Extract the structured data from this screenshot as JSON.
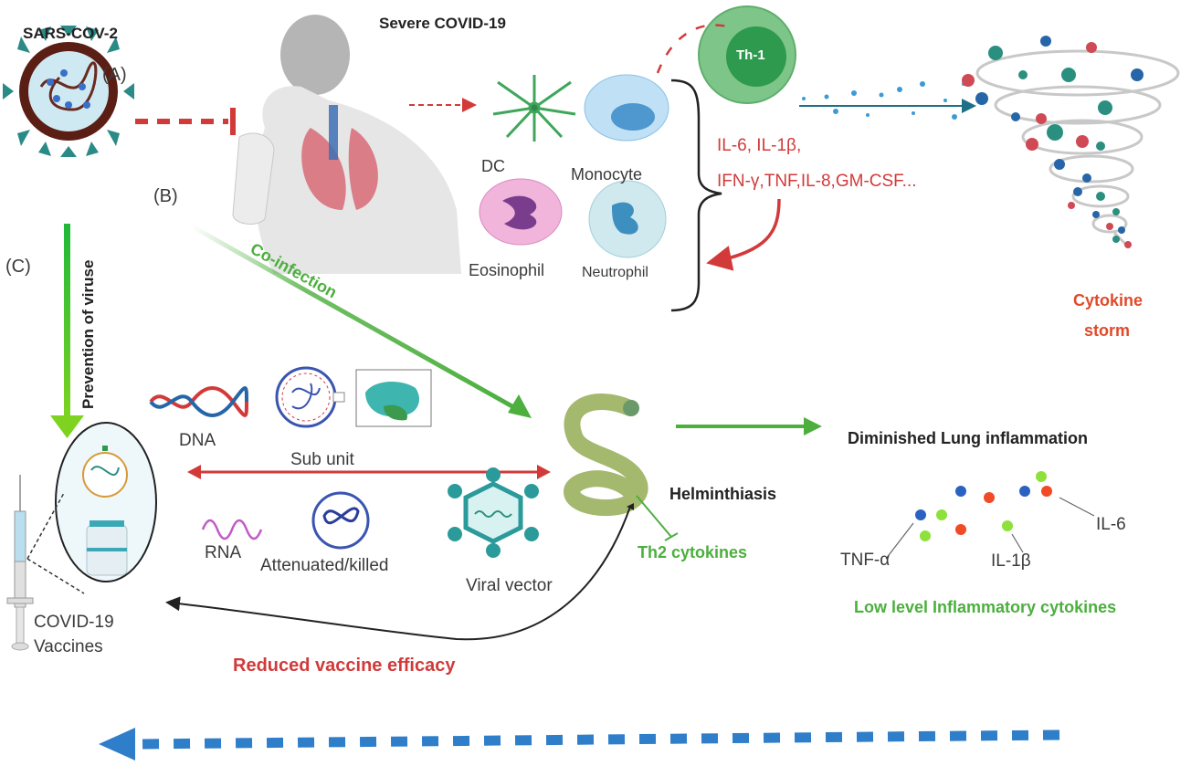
{
  "figure": {
    "labels": {
      "sars_cov_2": "SARS-COV-2",
      "panel_a": "(A)",
      "panel_b": "(B)",
      "panel_c": "(C)",
      "severe_covid": "Severe COVID-19",
      "th1": "Th-1",
      "dc": "DC",
      "monocyte": "Monocyte",
      "eosinophil": "Eosinophil",
      "neutrophil": "Neutrophil",
      "cytokines_line1": "IL-6, IL-1β,",
      "cytokines_line2": "IFN-γ,TNF,IL-8,GM-CSF...",
      "cytokine_storm_line1": "Cytokine",
      "cytokine_storm_line2": "storm",
      "co_infection": "Co-infection",
      "prevention": "Prevention of viruse",
      "dna": "DNA",
      "sub_unit": "Sub unit",
      "rna": "RNA",
      "attenuated": "Attenuated/killed",
      "viral_vector": "Viral vector",
      "covid_vaccines_line1": "COVID-19",
      "covid_vaccines_line2": "Vaccines",
      "helminthiasis": "Helminthiasis",
      "th2_cytokines": "Th2 cytokines",
      "diminished": "Diminished Lung inflammation",
      "tnf_a": "TNF-α",
      "il_1b": "IL-1β",
      "il_6": "IL-6",
      "low_level": "Low level Inflammatory cytokines",
      "reduced_efficacy": "Reduced vaccine efficacy"
    },
    "colors": {
      "red": "#d23a3a",
      "green": "#4caf3e",
      "blue_dash": "#2f7ec9",
      "teal": "#2a9a9a",
      "worm": "#9fb56a"
    }
  }
}
